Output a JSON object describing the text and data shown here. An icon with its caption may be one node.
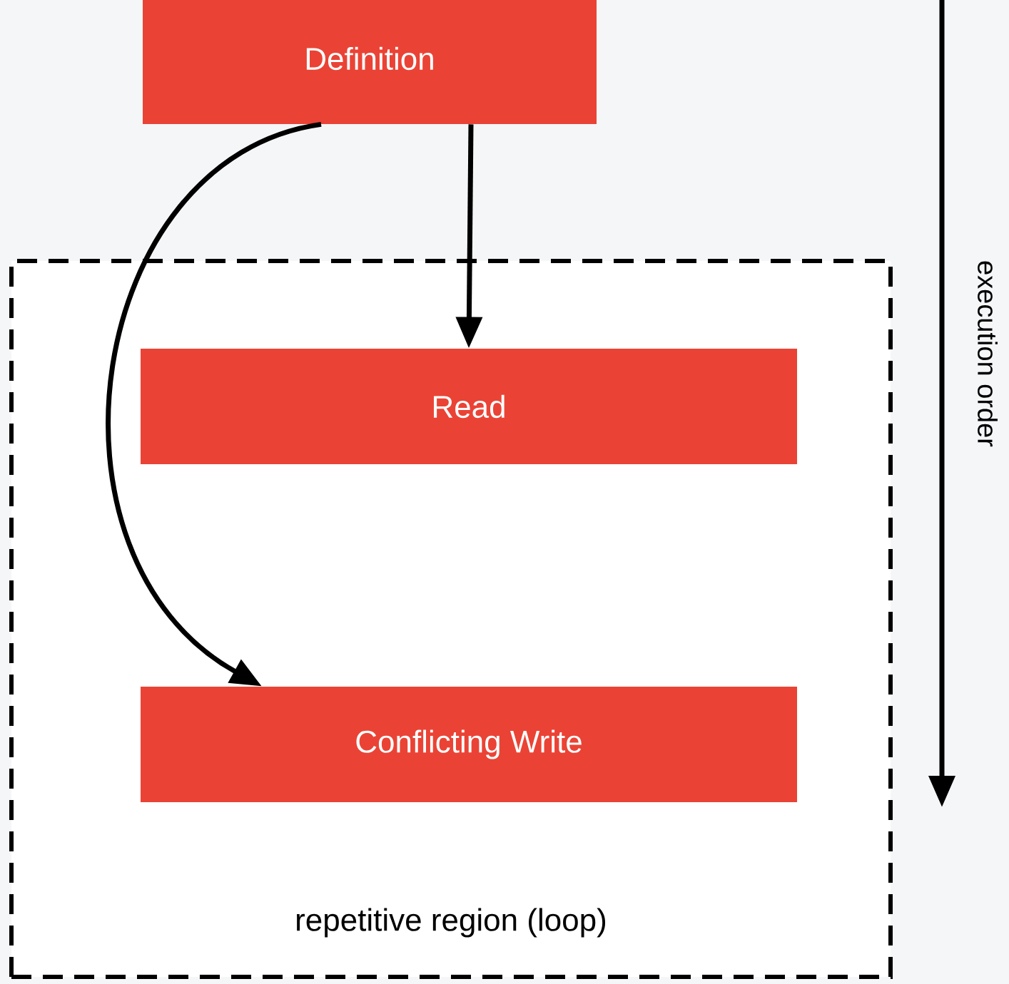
{
  "diagram": {
    "nodes": [
      {
        "text": [
          "Definition"
        ]
      },
      {
        "text": [
          "repetitive region (loop)"
        ]
      },
      {
        "text": [
          "Read"
        ],
        "in": 1
      },
      {
        "text": [
          "Conflicting Write"
        ],
        "in": 1
      }
    ],
    "edges": [
      {
        "from": 0,
        "to": 2,
        "arrow": "to"
      },
      {
        "from": 0,
        "to": 3,
        "arrow": "to"
      }
    ],
    "labels": [
      "execution order"
    ]
  }
}
